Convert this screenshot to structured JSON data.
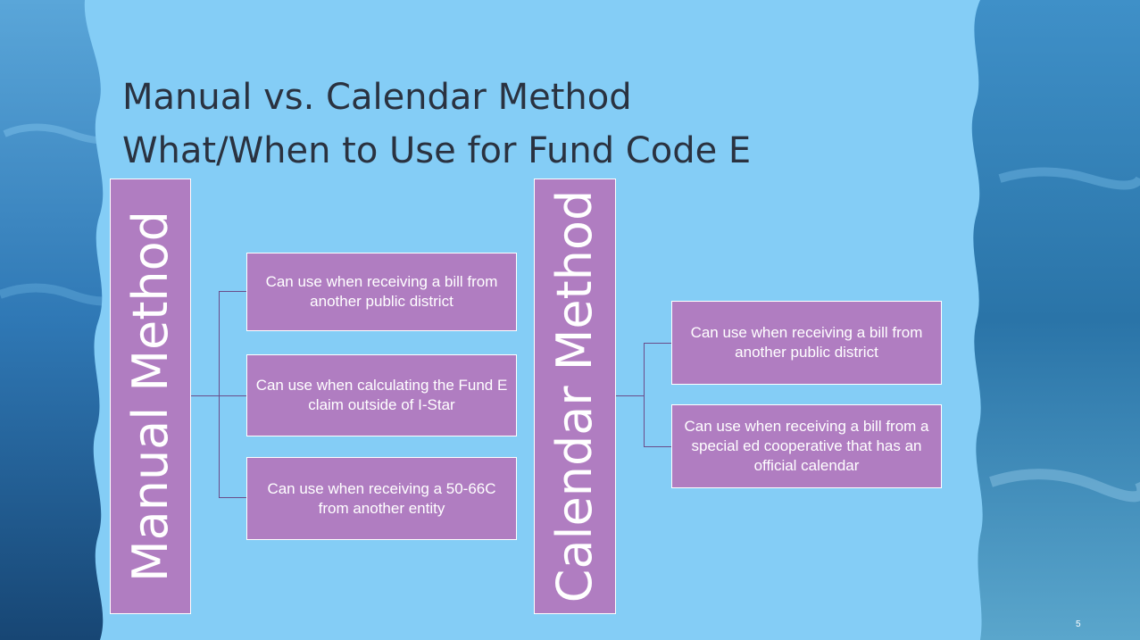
{
  "slide": {
    "title_line1": "Manual vs. Calendar Method",
    "title_line2": "What/When to Use for Fund Code E",
    "slide_number": "5"
  },
  "manual": {
    "label": "Manual Method",
    "items": [
      "Can use when receiving a bill from another public district",
      "Can use when calculating the Fund E claim outside of I-Star",
      "Can use when receiving a 50-66C from another entity"
    ]
  },
  "calendar": {
    "label": "Calendar Method",
    "items": [
      "Can use when receiving a bill from another public district",
      "Can use when receiving a bill from a special ed cooperative that has an official calendar"
    ]
  },
  "colors": {
    "panel": "#84cdf6",
    "box": "#b07dc1",
    "connector": "#6a4d8a",
    "title": "#2a3240"
  }
}
